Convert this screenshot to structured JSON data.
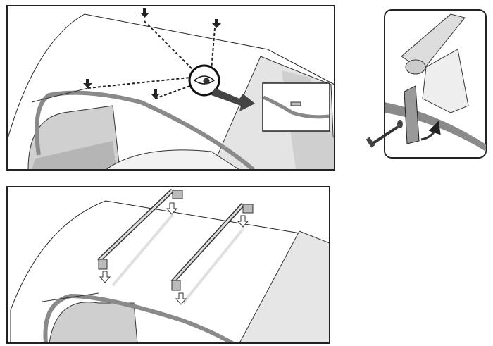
{
  "colors": {
    "line": "#222222",
    "body_fill": "#ffffff",
    "glass_light": "#e6e6e6",
    "glass_mid": "#bdbdbd",
    "seal": "#8a8a8a",
    "arrow_dark": "#444444"
  },
  "panels": [
    {
      "name": "locate-mounting-points",
      "icons": [
        "down-arrow-icon",
        "eye-icon",
        "magnify-arrow-icon"
      ]
    },
    {
      "name": "foot-bolt-detail",
      "icons": [
        "bolt-icon",
        "rotate-arrow-icon"
      ]
    },
    {
      "name": "place-roof-bars",
      "icons": [
        "down-arrow-icon"
      ]
    }
  ]
}
